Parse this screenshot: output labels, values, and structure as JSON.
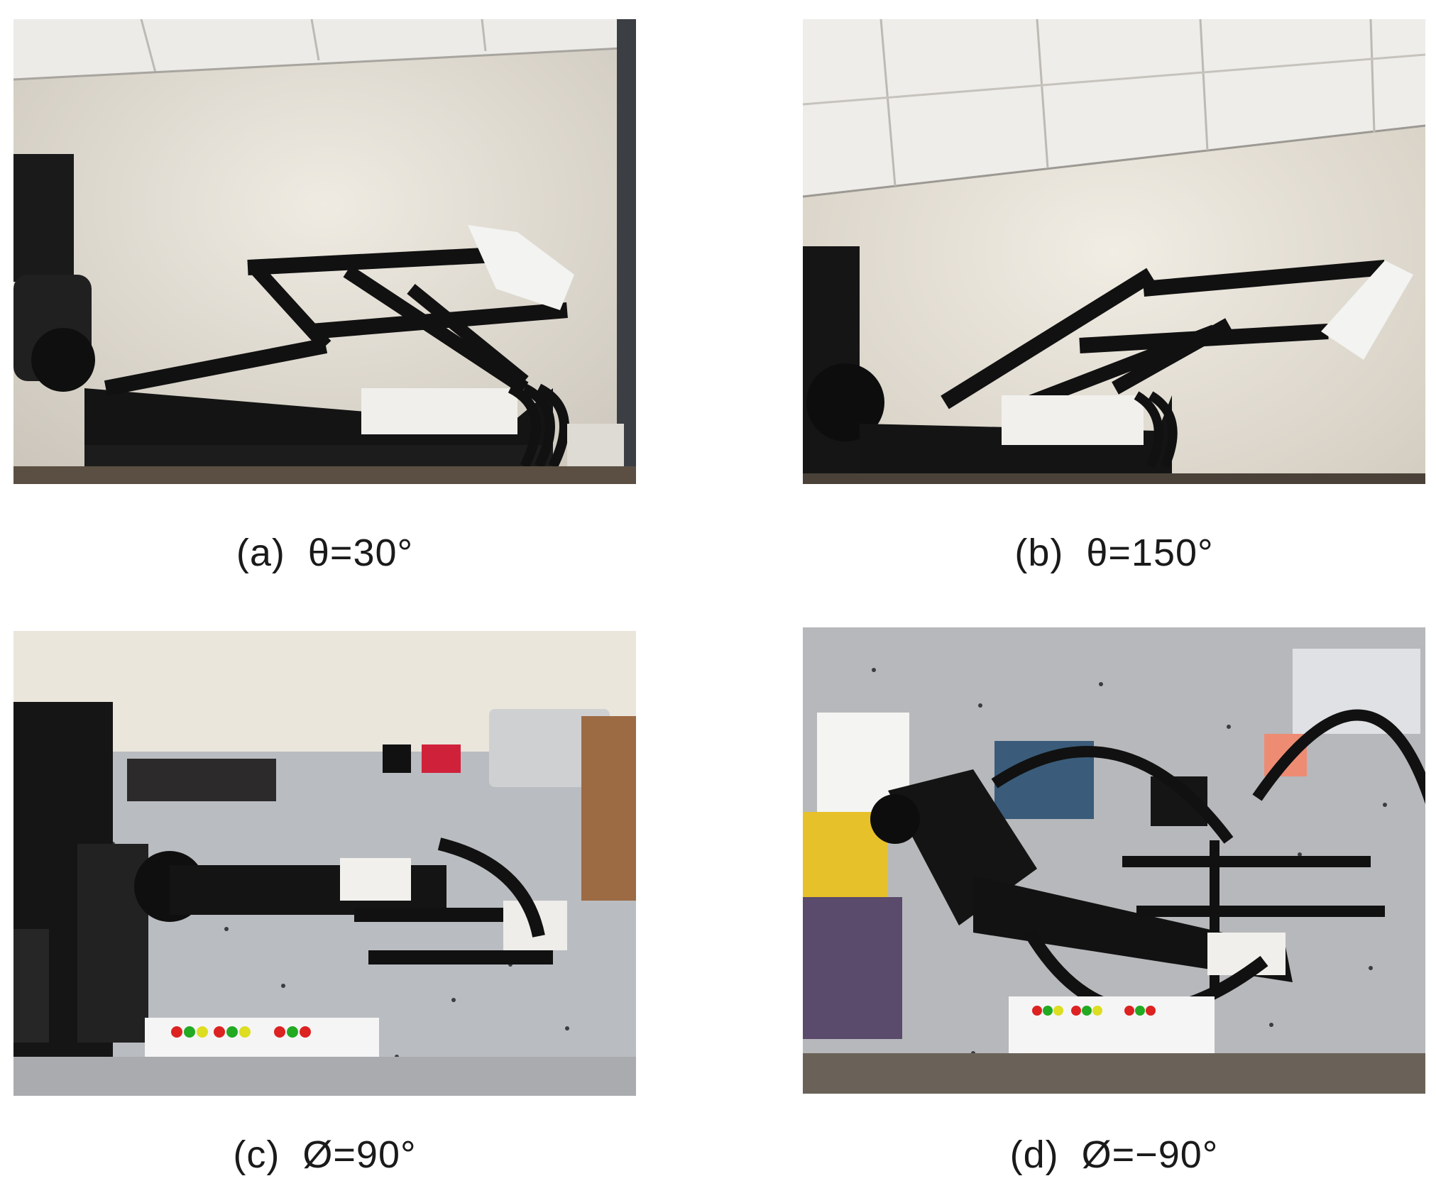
{
  "panels": [
    {
      "id": "a",
      "caption": "(a)  θ=30°"
    },
    {
      "id": "b",
      "caption": "(b)  θ=150°"
    },
    {
      "id": "c",
      "caption": "(c)  Ø=90°"
    },
    {
      "id": "d",
      "caption": "(d)  Ø=−90°"
    }
  ]
}
